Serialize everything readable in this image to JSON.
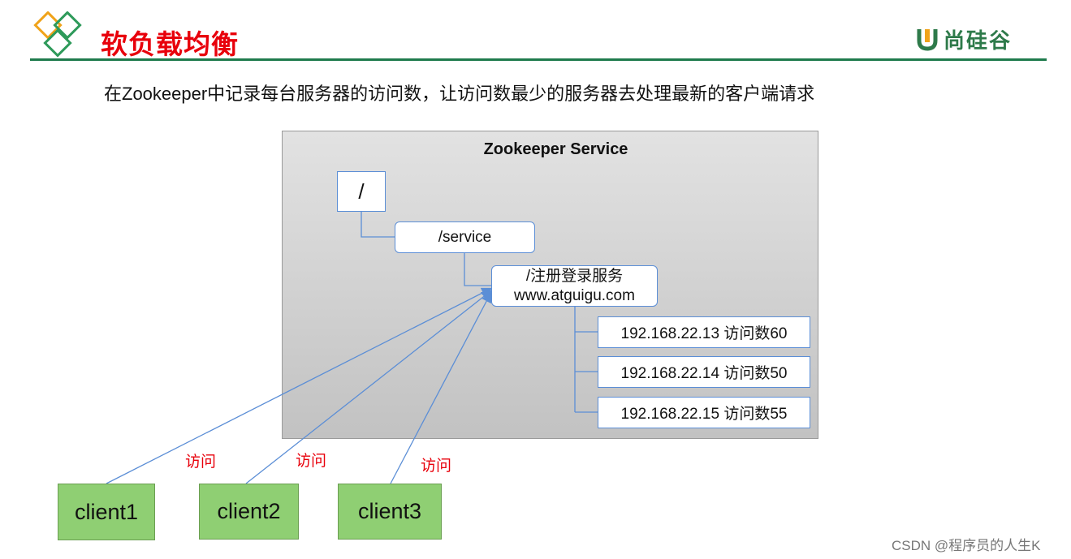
{
  "header": {
    "title": "软负载均衡",
    "brand": "尚硅谷"
  },
  "subtitle": "在Zookeeper中记录每台服务器的访问数，让访问数最少的服务器去处理最新的客户端请求",
  "service": {
    "title": "Zookeeper Service",
    "root": "/",
    "service_node": "/service",
    "register_line1": "/注册登录服务",
    "register_line2": "www.atguigu.com",
    "servers": [
      "192.168.22.13  访问数60",
      "192.168.22.14 访问数50",
      "192.168.22.15 访问数55"
    ]
  },
  "clients": [
    "client1",
    "client2",
    "client3"
  ],
  "visit_labels": [
    "访问",
    "访问",
    "访问"
  ],
  "watermark": "CSDN @程序员的人生K",
  "colors": {
    "title_red": "#e8000b",
    "rule_green": "#1e7a4c",
    "node_border": "#5b8ed6",
    "client_green": "#8fcf73",
    "arrow_blue": "#5b8ed6"
  }
}
